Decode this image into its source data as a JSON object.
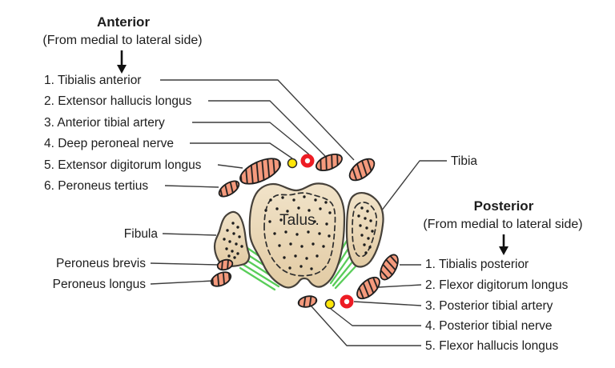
{
  "diagram": {
    "anterior": {
      "title": "Anterior",
      "subtitle": "(From medial to lateral side)",
      "items": [
        "1. Tibialis anterior",
        "2. Extensor hallucis longus",
        "3. Anterior tibial artery",
        "4. Deep peroneal nerve",
        "5. Extensor digitorum longus",
        "6. Peroneus tertius"
      ]
    },
    "posterior": {
      "title": "Posterior",
      "subtitle": "(From medial to lateral side)",
      "items": [
        "1. Tibialis posterior",
        "2. Flexor digitorum longus",
        "3. Posterior tibial artery",
        "4. Posterior tibial nerve",
        "5. Flexor hallucis longus"
      ]
    },
    "left_labels": {
      "fibula": "Fibula",
      "peroneus_brevis": "Peroneus brevis",
      "peroneus_longus": "Peroneus longus"
    },
    "bone_labels": {
      "talus": "Talus.",
      "tibia": "Tibia"
    },
    "colors": {
      "background": "#ffffff",
      "bone_fill": "#ecd9b8",
      "bone_outline": "#46413a",
      "tendon_fill": "#f59a7d",
      "tendon_outline": "#1e1e1e",
      "artery_red": "#ed1c24",
      "nerve_yellow": "#ffe60a",
      "ligament_green": "#59cd59",
      "leader_line": "#3d3d3d",
      "text": "#1d1d1d"
    }
  }
}
